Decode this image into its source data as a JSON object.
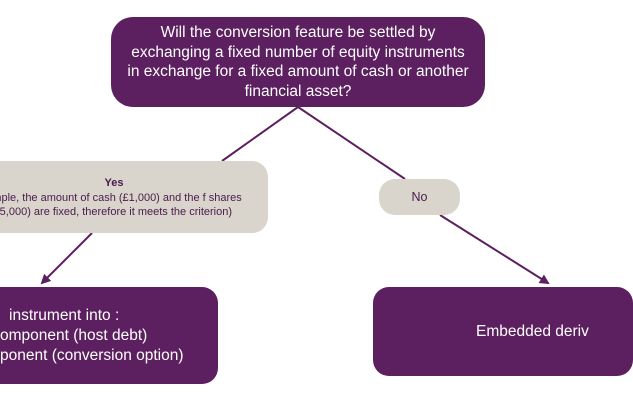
{
  "diagram": {
    "question": "Will the conversion feature be settled by exchanging a fixed number of equity instruments in exchange for a fixed amount of cash or another financial asset?",
    "yes_branch": {
      "title": "Yes",
      "detail": "ample, the amount of cash (£1,000) and the f shares (5,000) are fixed, therefore it meets the criterion)"
    },
    "no_branch": {
      "title": "No"
    },
    "yes_outcome": {
      "line_1": "instrument into :",
      "line_2": "omponent (host debt)",
      "line_3": "ponent (conversion option)"
    },
    "no_outcome": {
      "text": "Embedded deriv"
    }
  },
  "colors": {
    "box_purple": "#5c1f5f",
    "label_grey": "#d9d5cc",
    "connector": "#5c1f5f"
  }
}
